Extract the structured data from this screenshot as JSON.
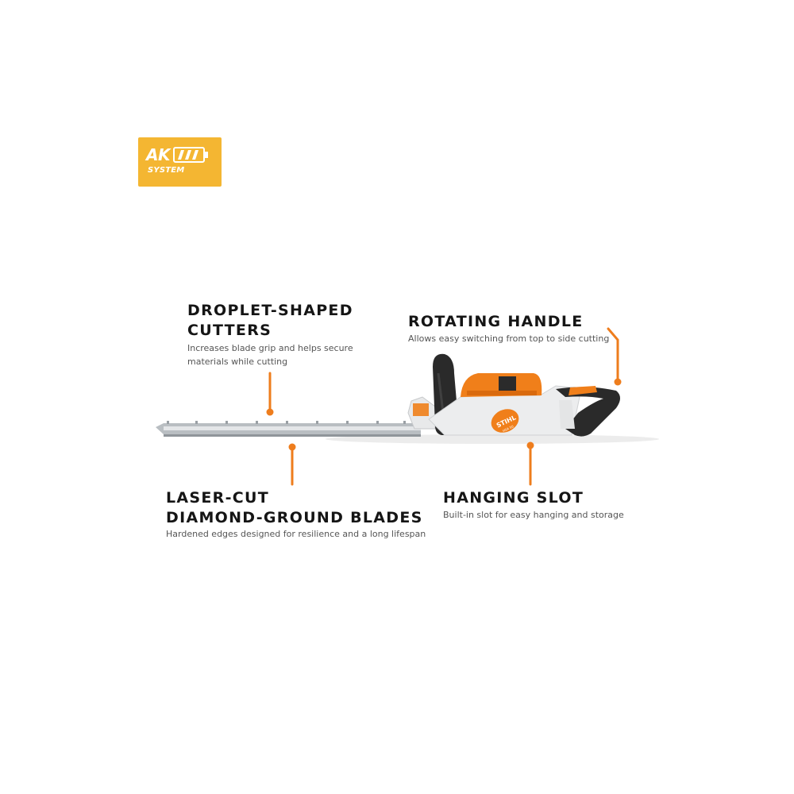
{
  "badge": {
    "ak_text": "AK",
    "system_text": "SYSTEM",
    "color": "#f4b632"
  },
  "accent_color": "#ee7d1d",
  "brand_color": "#f07f1a",
  "callouts": {
    "droplet": {
      "title_line1": "DROPLET-SHAPED",
      "title_line2": "CUTTERS",
      "desc_line1": "Increases blade grip and helps secure",
      "desc_line2": "materials while cutting"
    },
    "rotating": {
      "title": "ROTATING HANDLE",
      "desc": "Allows easy switching from top to side cutting"
    },
    "laser": {
      "title_line1": "LASER-CUT",
      "title_line2": "DIAMOND-GROUND BLADES",
      "desc": "Hardened edges designed for resilience and a long lifespan"
    },
    "hanging": {
      "title": "HANGING SLOT",
      "desc": "Built-in slot for easy hanging and storage"
    }
  },
  "product": {
    "brand_label": "STIHL",
    "model_label": "HSA 50"
  }
}
